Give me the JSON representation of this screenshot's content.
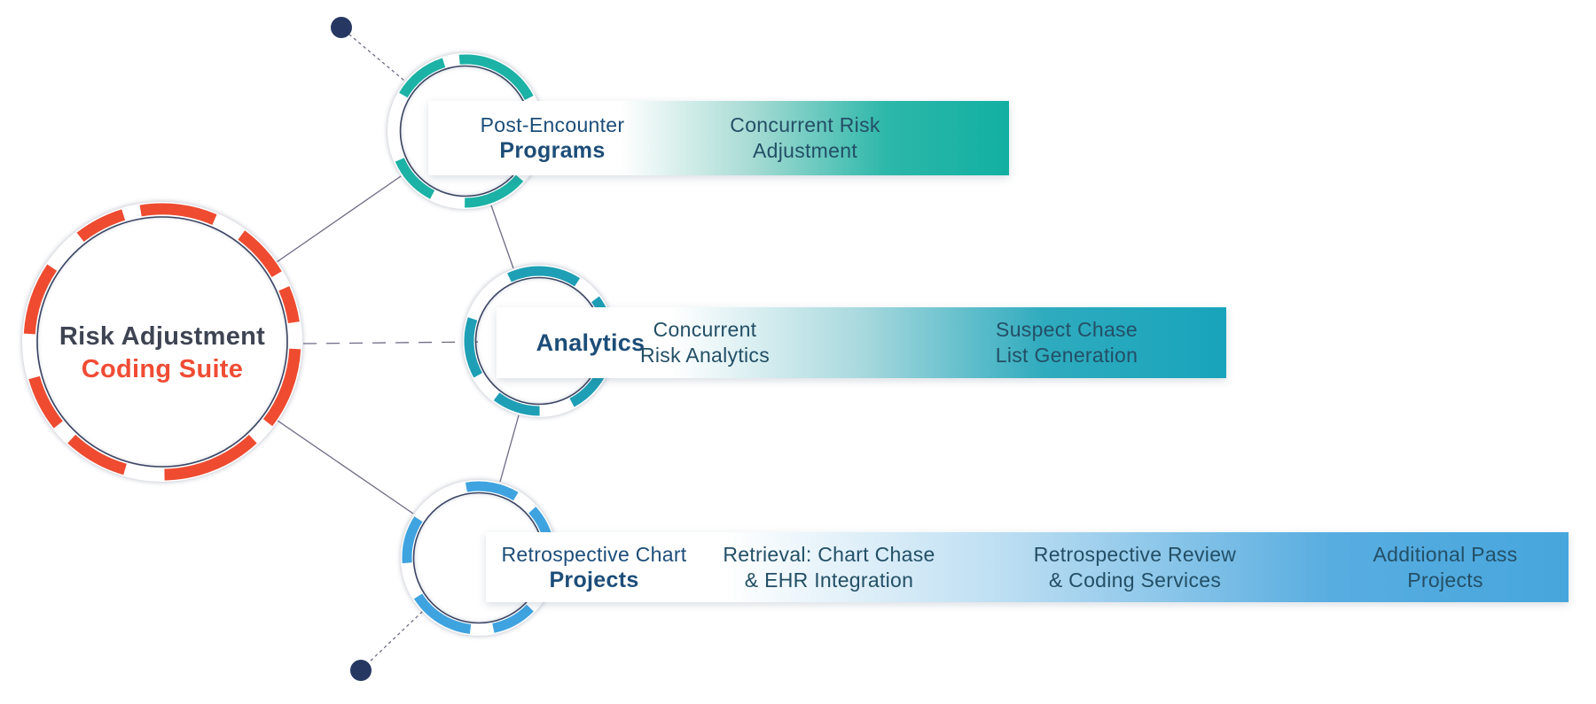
{
  "colors": {
    "red": "#ee4b31",
    "teal": "#1cb2a6",
    "cyan": "#1f9fb5",
    "blue": "#3fa3e0",
    "navy_dot": "#263862",
    "line": "#56506e",
    "ring_inner": "#323c5c",
    "title_dark": "#3e4452",
    "title_red": "#f04c35",
    "label_navy": "#1c4d78",
    "item_slate": "#234f66",
    "banner1_end": "#12b0a2",
    "banner2_end": "#18a4bc",
    "banner3_end": "#47a6dd"
  },
  "root_node": {
    "line1": "Risk Adjustment",
    "line2": "Coding Suite"
  },
  "branches": [
    {
      "label_line1": "Post-Encounter",
      "label_line2": "Programs",
      "items": [
        {
          "line1": "Concurrent Risk",
          "line2": "Adjustment"
        }
      ]
    },
    {
      "label_line1": "",
      "label_line2": "Analytics",
      "items": [
        {
          "line1": "Concurrent",
          "line2": "Risk Analytics"
        },
        {
          "line1": "Suspect Chase",
          "line2": "List Generation"
        }
      ]
    },
    {
      "label_line1": "Retrospective Chart",
      "label_line2": "Projects",
      "items": [
        {
          "line1": "Retrieval: Chart Chase",
          "line2": "& EHR Integration"
        },
        {
          "line1": "Retrospective Review",
          "line2": "& Coding Services"
        },
        {
          "line1": "Additional Pass",
          "line2": "Projects"
        }
      ]
    }
  ]
}
